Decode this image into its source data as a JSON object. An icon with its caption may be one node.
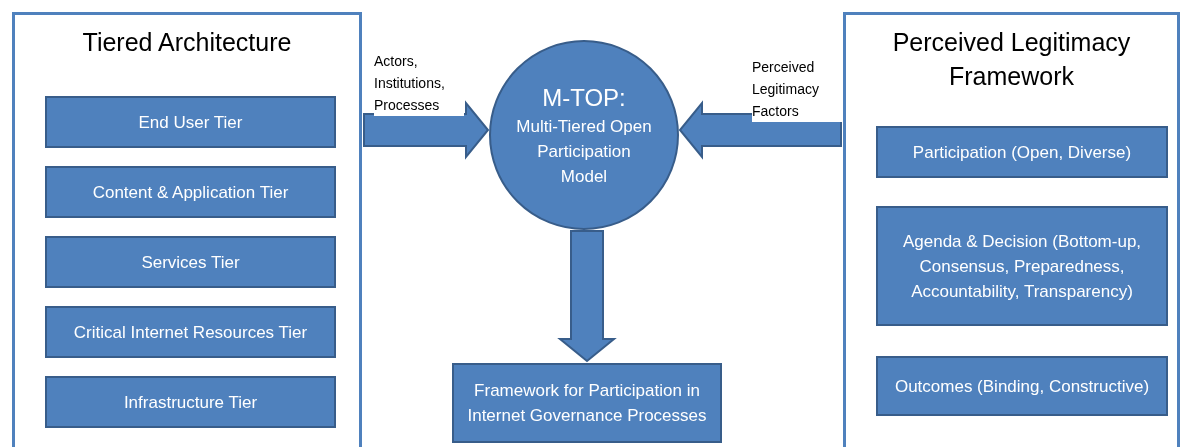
{
  "diagram": {
    "nodes": [
      {
        "text": [
          "Tiered Architecture"
        ]
      },
      {
        "text": [
          "End User Tier"
        ],
        "in": 0
      },
      {
        "text": [
          "Content & Application Tier"
        ],
        "in": 0
      },
      {
        "text": [
          "Services Tier"
        ],
        "in": 0
      },
      {
        "text": [
          "Critical Internet Resources Tier"
        ],
        "in": 0
      },
      {
        "text": [
          "Infrastructure Tier"
        ],
        "in": 0
      },
      {
        "text": [
          "M-TOP:",
          "Multi-Tiered Open Participation Model"
        ]
      },
      {
        "text": [
          "Perceived Legitimacy Framework"
        ]
      },
      {
        "text": [
          "Participation (Open, Diverse)"
        ],
        "in": 7
      },
      {
        "text": [
          "Agenda & Decision (Bottom-up, Consensus, Preparedness, Accountability, Transparency)"
        ],
        "in": 7
      },
      {
        "text": [
          "Outcomes (Binding, Constructive)"
        ],
        "in": 7
      },
      {
        "text": [
          "Framework for Participation in Internet Governance Processes"
        ]
      }
    ],
    "edges": [
      {
        "from": 0,
        "to": 6,
        "arrow": "to",
        "label": "Actors, Institutions, Processes",
        "style": "thick"
      },
      {
        "from": 7,
        "to": 6,
        "arrow": "to",
        "label": "Perceived Legitimacy Factors",
        "style": "thick"
      },
      {
        "from": 6,
        "to": 11,
        "arrow": "to",
        "style": "thick"
      }
    ]
  }
}
